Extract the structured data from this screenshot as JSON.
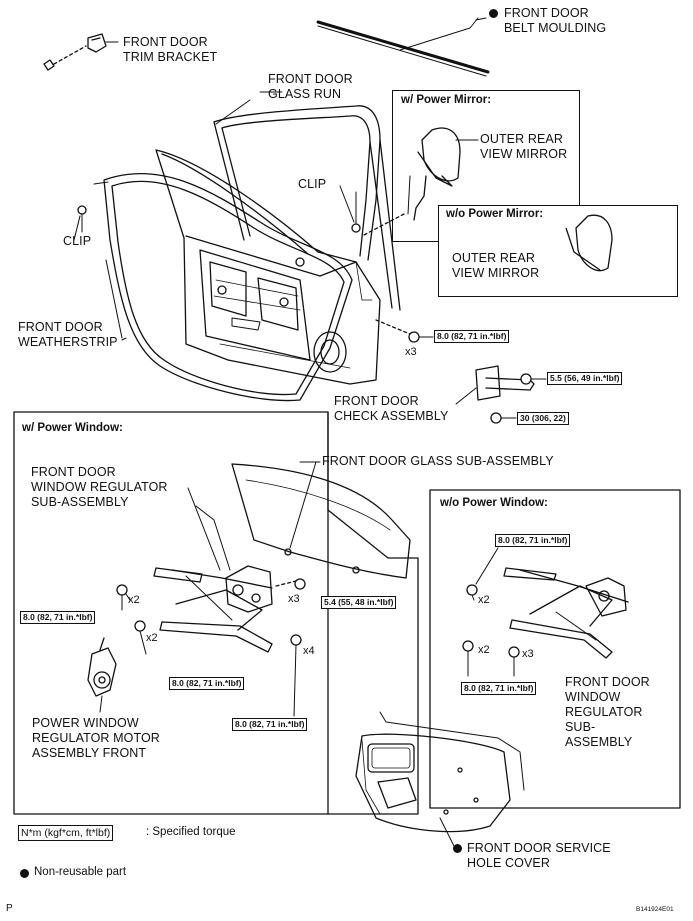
{
  "labels": {
    "belt_moulding": "FRONT DOOR\nBELT MOULDING",
    "trim_bracket": "FRONT DOOR\nTRIM BRACKET",
    "glass_run": "FRONT DOOR\nGLASS RUN",
    "clip_right": "CLIP",
    "clip_left": "CLIP",
    "weatherstrip": "FRONT DOOR\nWEATHERSTRIP",
    "outer_mirror_1": "OUTER REAR\nVIEW MIRROR",
    "outer_mirror_2": "OUTER REAR\nVIEW MIRROR",
    "check_assembly": "FRONT DOOR\nCHECK ASSEMBLY",
    "glass_sub": "FRONT DOOR GLASS SUB-ASSEMBLY",
    "regulator_sub": "FRONT DOOR\nWINDOW REGULATOR\nSUB-ASSEMBLY",
    "motor": "POWER WINDOW\nREGULATOR MOTOR\nASSEMBLY FRONT",
    "regulator_sub_2": "FRONT DOOR\nWINDOW\nREGULATOR\nSUB-\nASSEMBLY",
    "service_hole": "FRONT DOOR SERVICE\nHOLE COVER"
  },
  "headers": {
    "power_mirror": "w/ Power Mirror:",
    "no_power_mirror": "w/o Power Mirror:",
    "power_window": "w/ Power Window:",
    "no_power_window": "w/o Power Window:"
  },
  "torque": {
    "t_door": "8.0 (82, 71 in.*lbf)",
    "t_check_small": "5.5 (56, 49 in.*lbf)",
    "t_check_big": "30 (306, 22)",
    "t_glass": "5.4 (55, 48 in.*lbf)",
    "t_reg_left": "8.0 (82, 71 in.*lbf)",
    "t_reg_mid": "8.0 (82, 71 in.*lbf)",
    "t_reg_bottom": "8.0 (82, 71 in.*lbf)",
    "t_nopw_top": "8.0 (82, 71 in.*lbf)",
    "t_nopw_bottom": "8.0 (82, 71 in.*lbf)"
  },
  "counts": {
    "c_door": "x3",
    "c_reg_a": "x2",
    "c_reg_b": "x2",
    "c_glass": "x3",
    "c_reg_c": "x4",
    "c_nopw_a": "x2",
    "c_nopw_b": "x2",
    "c_nopw_c": "x3"
  },
  "legend": {
    "unit_box": "N*m (kgf*cm, ft*lbf)",
    "unit_text": ": Specified torque",
    "nonreusable": "Non-reusable part"
  },
  "footer": {
    "page_letter": "P",
    "code": "B141924E01"
  }
}
